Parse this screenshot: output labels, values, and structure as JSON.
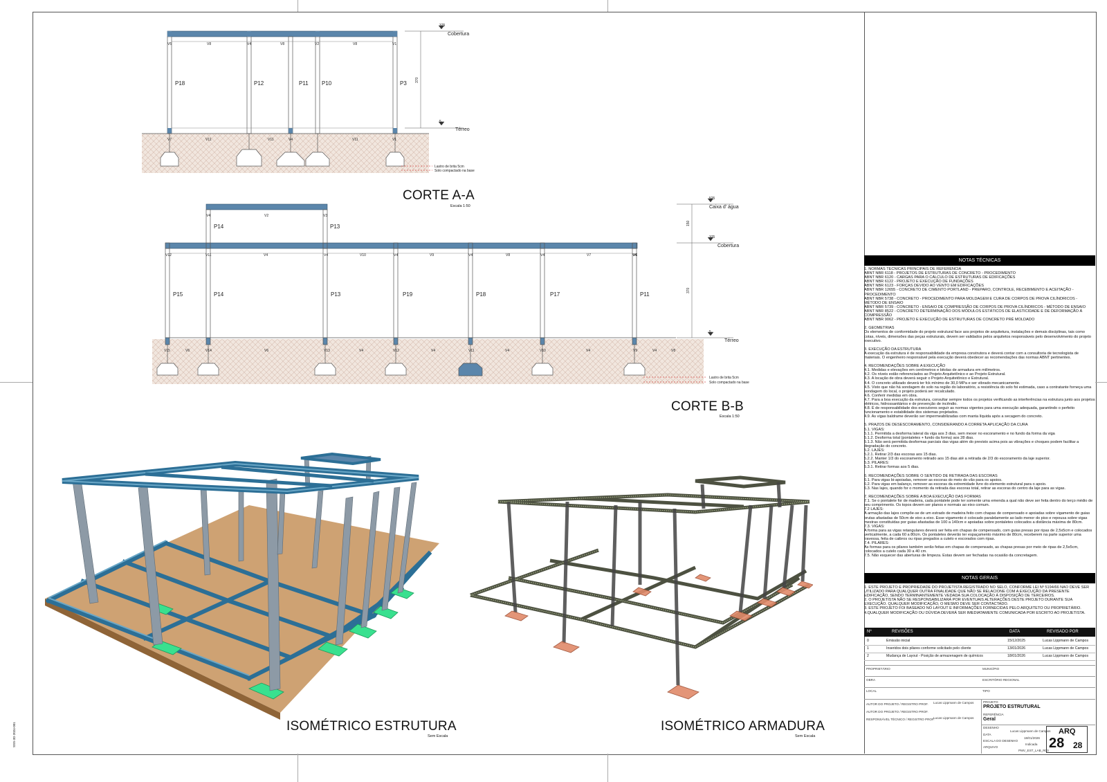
{
  "section_aa": {
    "title": "CORTE A-A",
    "scale": "Escala 1:50",
    "level_top_value": "375",
    "level_top_label": "Cobertura",
    "level_bottom_value": "5",
    "level_bottom_label": "Térreo",
    "height_dim": "370",
    "upper_beams": [
      "V5",
      "V8",
      "V4",
      "V8",
      "V2",
      "V8",
      "V1"
    ],
    "pillars": [
      "P18",
      "P12",
      "P11",
      "P10",
      "P3"
    ],
    "lower_beams": [
      "V7",
      "V11",
      "V11",
      "V4",
      "V11",
      "V1"
    ],
    "legend_1": "Lastro de brita 5cm",
    "legend_2": "Solo compactado na base"
  },
  "section_bb": {
    "title": "CORTE B-B",
    "scale": "Escala 1:50",
    "level_water_value": "525",
    "level_water_label": "Caixa d' água",
    "level_top_value": "375",
    "level_top_label": "Cobertura",
    "level_bottom_value": "5",
    "level_bottom_label": "Térreo",
    "dim_upper": "150",
    "dim_lower": "370",
    "water_beams": [
      "V4",
      "V2",
      "V3"
    ],
    "water_pillars": [
      "P14",
      "P13"
    ],
    "upper_beams": [
      "V12",
      "V11",
      "V4",
      "V4",
      "V10",
      "V4",
      "V9",
      "V4",
      "V8",
      "V4",
      "V7",
      "V4",
      "V6"
    ],
    "pillars": [
      "P15",
      "P14",
      "P13",
      "P19",
      "P18",
      "P17",
      "P11"
    ],
    "lower_beams": [
      "V15",
      "V6",
      "V14",
      "V6",
      "V13",
      "V4",
      "V12",
      "V4",
      "V11",
      "V4",
      "V10",
      "V4",
      "V9",
      "V4",
      "V8"
    ],
    "legend_1": "Lastro de brita 5cm",
    "legend_2": "Solo compactado na base"
  },
  "iso_structure": {
    "title": "ISOMÉTRICO ESTRUTURA",
    "scale": "Sem Escala"
  },
  "iso_rebar": {
    "title": "ISOMÉTRICO ARMADURA",
    "scale": "Sem Escala"
  },
  "side_code": "SSS-3D-2024-001",
  "notes_tecnicas": {
    "header": "NOTAS TÉCNICAS",
    "lines": [
      "1. NORMAS TÉCNICAS PRINCIPAIS DE REFERÊNCIA",
      "ABNT NBR 6118 - PROJETOS DE ESTRUTURAS DE CONCRETO - PROCEDIMENTO",
      "ABNT NBR 6120 - CARGAS PARA O CÁLCULO DE ESTRUTURAS DE EDIFICAÇÕES",
      "ABNT NBR 6122 - PROJETO E EXECUÇÃO DE FUNDAÇÕES",
      "ABNT NBR 6123 - FORÇAS DEVIDO AO VENTO EM EDIFICAÇÕES",
      "ABNT NBR 12655 - CONCRETO DE CIMENTO PORTLAND - PREPARO, CONTROLE, RECEBIMENTO E ACEITAÇÃO - PROCEDIMENTO",
      "ABNT NBR 5738 - CONCRETO - PROCEDIMENTO PARA MOLDAGEM E CURA DE CORPOS DE PROVA CILÍNDRICOS - MÉTODO DE ENSAIO",
      "ABNT NBR 5739 - CONCRETO - ENSAIO DE COMPRESSÃO DE CORPOS DE PROVA CILÍNDRICOS - MÉTODO DE ENSAIO",
      "ABNT NBR 8522 - CONCRETO DETERMINAÇÃO DOS MÓDULOS ESTÁTICOS DE ELASTICIDADE E DE DEFORMAÇÃO À COMPRESSÃO",
      "ABNT NBR 9062 - PROJETO E EXECUÇÃO DE ESTRUTURAS DE CONCRETO PRÉ MOLDADO",
      "",
      "2. GEOMETRIAS",
      "Os elementos de conformidade do projeto estrutural face aos projetos de arquitetura, instalações e demais disciplinas, tais como cotas, níveis, dimensões das peças estruturais, devem ser validados pelos arquitetos responsáveis pelo desenvolvimento do projeto executivo.",
      "",
      "3. EXECUÇÃO DA ESTRUTURA",
      "A execução da estrutura é de responsabilidade da empresa construtora e deverá contar com a consultoria de tecnologista de materiais. O engenheiro responsável pela execução deverá obedecer as recomendações das normas ABNT pertinentes.",
      "",
      "4. RECOMENDAÇÕES SOBRE A EXECUÇÃO",
      "4.1. Medidas e elevações em centímetros e bitolas de armadura em milímetros.",
      "4.2. Os níveis estão referenciados ao Projeto Arquitetônico e ao Projeto Estrutural.",
      "4.3. A locação de obra deverá seguir o Projeto Arquitetônico e Estrutural.",
      "4.4. O concreto utilizado deverá ter fck mínimo de 30,0 MPa e ser vibrado mecanicamente.",
      "4.5. Visto que não há sondagem do solo na região do laboratório, a resistência do solo foi estimada, caso a contratante forneça uma sondagem do local, o projeto poderá ser recalculado.",
      "4.6. Conferir medidas em obra.",
      "4.7. Para a boa execução da estrutura, consultar sempre todos os projetos verificando as interferências na estrutura junto aos projetos elétricos, hidrossanitários e de prevenção de incêndio.",
      "4.8. É de responsabilidade dos executores seguir as normas vigentes para uma execução adequada, garantindo o perfeito funcionamento e estabilidade dos sistemas projetados.",
      "4.9. As vigas baldrame deverão ser impermeabilizadas com manta líquida após a secagem do concreto.",
      "",
      "5. PRAZOS DE DESESCORAMENTO, CONSIDERANDO A CORRETA APLICAÇÃO DA CURA",
      "5.1. VIGAS:",
      "5.1.1. Permitida a desforma lateral da viga aos 3 dias, sem mexer no escoramento e no fundo da forma da viga",
      "5.1.2. Desforma total (pontaletes + fundo da forma) aos 28 dias.",
      "5.1.3. Não será permitida desformas parciais das vigas além do previsto acima pois as vibrações e choques podem facilitar a degradação do concreto.",
      "5.2. LAJES:",
      "5.2.1. Retirar 2/3 das escoras aos 15 dias.",
      "5.2.2. Manter 1/3 do escoramento retirado aos 15 dias até a retirada de 2/3 do escoramento da laje superior.",
      "5.3. PILARES:",
      "5.3.1. Retirar formas aos 5 dias.",
      "",
      "6. RECOMENDAÇÕES SOBRE O SENTIDO DE RETIRADA DAS ESCORAS",
      "6.1. Para vigas bi-apoiadas, remover as escoras do meio do vão para os apoios.",
      "6.2. Para vigas em balanço, remover as escoras da extremidade livre do elemento estrutural para o apoio.",
      "6.3. Nas lajes, quando for o momento da retirada das escoras total, retirar as escoras do centro da laje para as vigas.",
      "",
      "7. RECOMENDAÇÕES SOBRE A BOA EXECUÇÃO DAS FORMAS",
      "7.1. Se o pontalete for de madeira, cada pontalete pode ter somente uma emenda a qual não deve ser feita dentro do terço médio de seu comprimento. Os topos devem ser planos e normais ao eixo comum.",
      "7.2 LAJES:",
      "A armação das lajes compõe-se de um estrado de madeira feito com chapas de compensado e apoiadas sobre vigamento de guias brutas afastadas de 50cm de eixo a eixo. Esse vigamento é colocado paralelamente ao lado menor do piso e repousa sobre vigas mestras constituídas por guias afastadas de 100 a 140cm e apoiadas sobre pontaletes colocados a distância máxima de 80cm.",
      "7.3. VIGAS:",
      "A forma para as vigas retangulares deverá ser feita em chapas de compensado, com guias presas por ripas de 2,5x5cm e colocados verticalmente, a cada 60 a 80cm. Os pontaletes deverão ter espaçamento máximo de 80cm, receberem na parte superior uma travessa, feita de caibros ou ripas pregados a cutelo e escorados com ripas.",
      "7.4. PILARES:",
      "As formas para os pilares também serão feitas em chapas de compensado, as chapas presas por meio de ripas de 2,5x5cm, colocados a cutelo cada 30 a 40 cm.",
      "7.5. Não esquecer das aberturas de limpeza. Estas devem ser fechadas na ocasião da concretagem."
    ]
  },
  "notes_gerais": {
    "header": "NOTAS GERAIS",
    "lines": [
      "1. ESTE PROJETO É PROPRIEDADE DO PROJETISTA REGISTRADO NO SELO, CONFORME LEI Nº 5194/66 NÃO DEVE SER UTILIZADO PARA QUALQUER OUTRA FINALIDADE QUE NÃO SE RELACIONE COM A EXECUÇÃO DA PRESENTE EDIFICAÇÃO, SENDO TERMINANTEMENTE VEDADA SUA COLOCAÇÃO À DISPOSIÇÃO DE TERCEIROS.",
      "2. O PROJETISTA NÃO SE RESPONSABILIZARÁ POR EVENTUAIS ALTERAÇÕES DESTE PROJETO DURANTE SUA EXECUÇÃO. QUALQUER MODIFICAÇÃO, O MESMO DEVE SER CONTACTADO.",
      "3. ESTE PROJETO FOI BASEADO NO LAYOUT E INFORMAÇÕES FORNECIDAS PELO ARQUITETO OU PROPRIETÁRIO.",
      "4.QUALQUER MODIFICAÇÃO OU DÚVIDA DEVERÁ SER IMEDIATAMENTE COMUNICADA POR ESCRITO AO PROJETISTA."
    ]
  },
  "revisions": {
    "headers": {
      "num": "Nº",
      "desc": "REVISÕES",
      "date": "DATA",
      "by": "REVISADO POR"
    },
    "rows": [
      {
        "num": "0",
        "desc": "Emissão inicial",
        "date": "15/12/2025",
        "by": "Lucas Lippmann de Campos"
      },
      {
        "num": "1",
        "desc": "Inseridos dois pilares conforme solicitado pelo cliente",
        "date": "13/01/2026",
        "by": "Lucas Lippmann de Campos"
      },
      {
        "num": "2",
        "desc": "Mudança de Layout - Posição de armazenagem de químicos",
        "date": "18/01/2026",
        "by": "Lucas Lippmann de Campos"
      }
    ]
  },
  "title_block": {
    "proprietario": "PROPRIETÁRIO",
    "municipio": "MUNICÍPIO",
    "obra": "OBRA",
    "escritorio": "ESCRITÓRIO REGIONAL",
    "local": "LOCAL",
    "tipo": "TIPO",
    "autor_label_1": "AUTOR DO PROJETO / REGISTRO PROF.",
    "autor_value_1": "Lucas Lippmann de Campos",
    "autor_label_2": "AUTOR DO PROJETO / REGISTRO PROF.",
    "resp_label": "RESPONSÁVEL TÉCNICO / REGISTRO PROF.",
    "resp_value": "Lucas Lippmann de Campos",
    "projeto_label": "PROJETO",
    "projeto_value": "PROJETO ESTRUTURAL",
    "referencia_label": "REFERÊNCIA",
    "referencia_value": "Geral",
    "desenho_label": "DESENHO",
    "desenho_value": "Lucas Lippmann de Campos",
    "data_label": "DATA",
    "data_value": "18/01/2026",
    "escala_label": "ESCALA DO DESENHO",
    "escala_value": "Indicada",
    "arquivo_label": "ARQUIVO",
    "arquivo_value": "PMV_EST_LAB_R03",
    "sheet_code": "ARQ",
    "sheet_num": "28",
    "sheet_total": "28"
  },
  "colors": {
    "beam": "#5b86ab",
    "steel": "#3d6f8e",
    "soil": "#c8a37a",
    "footing": "#39e08f",
    "slab": "#b0824f"
  }
}
